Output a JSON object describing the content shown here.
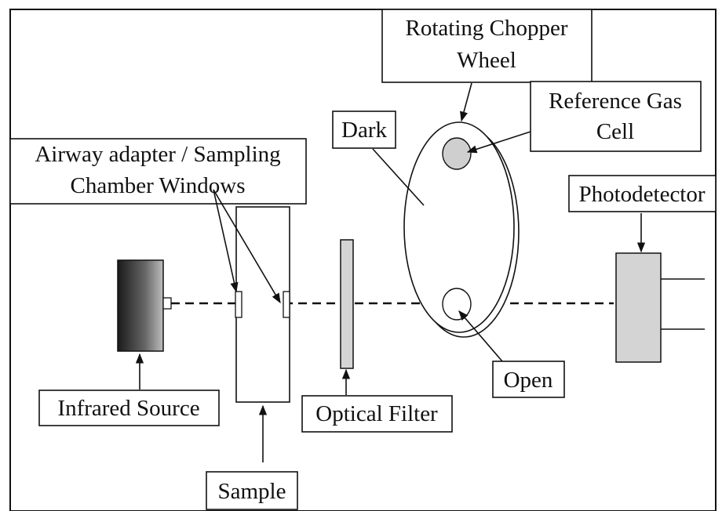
{
  "labels": {
    "rotating_chopper_wheel": [
      "Rotating Chopper",
      "Wheel"
    ],
    "reference_gas_cell": [
      "Reference Gas",
      "Cell"
    ],
    "dark": "Dark",
    "airway_adapter": [
      "Airway adapter / Sampling",
      "Chamber Windows"
    ],
    "photodetector": "Photodetector",
    "infrared_source": "Infrared Source",
    "optical_filter": "Optical Filter",
    "open": "Open",
    "sample": "Sample"
  }
}
